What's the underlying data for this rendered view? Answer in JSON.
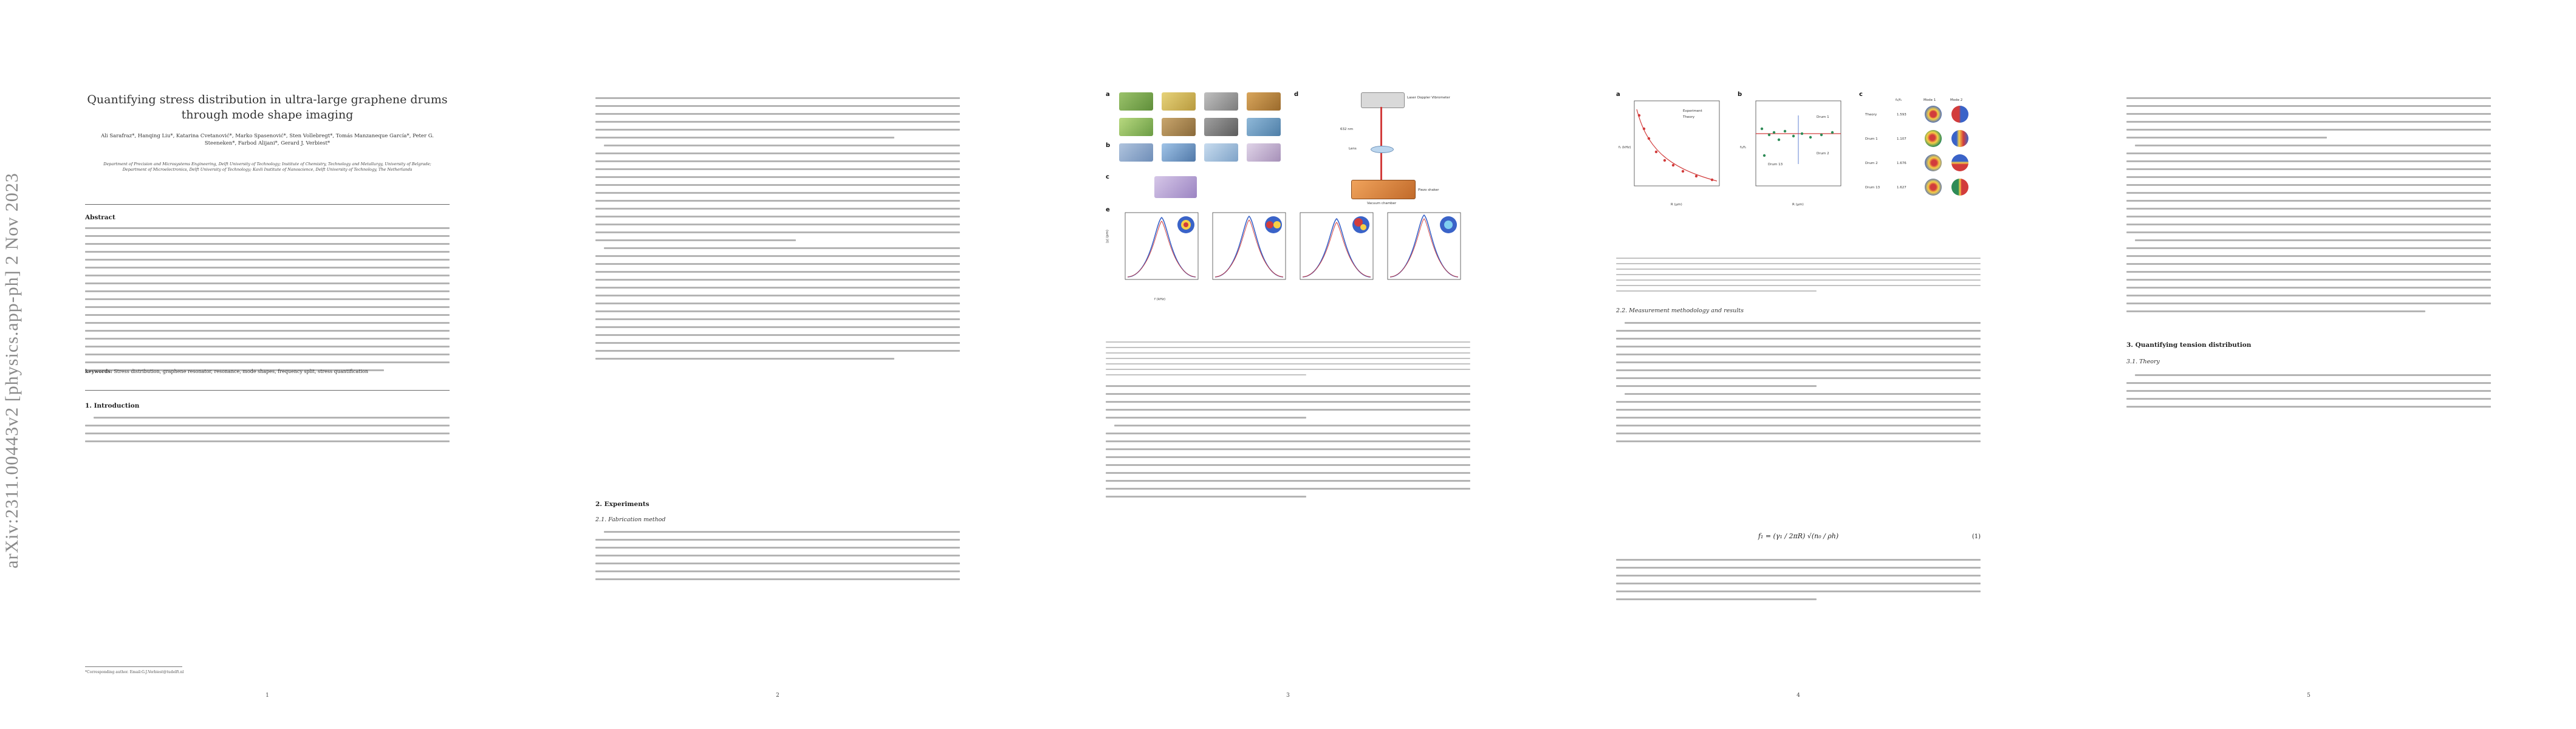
{
  "document": {
    "arxiv_stamp": "arXiv:2311.00443v2  [physics.app-ph]  2 Nov 2023"
  },
  "page1": {
    "title_line1": "Quantifying stress distribution in ultra-large graphene drums",
    "title_line2": "through mode shape imaging",
    "authors": "Ali Sarafraz*, Hanqing Liu*, Katarina Cvetanović*, Marko Spasenović*, Sten Vollebregt*, Tomás Manzaneque García*, Peter G. Steeneken*, Farbod Alijani*, Gerard J. Verbiest*",
    "affiliations": "Department of Precision and Microsystems Engineering, Delft University of Technology; Institute of Chemistry, Technology and Metallurgy, University of Belgrade; Department of Microelectronics, Delft University of Technology; Kavli Institute of Nanoscience, Delft University of Technology, The Netherlands",
    "abstract_heading": "Abstract",
    "keywords_label": "keywords:",
    "keywords": "Stress distribution, graphene resonator, resonance, mode shapes, frequency split, stress quantification",
    "intro_heading": "1.  Introduction",
    "footnote": "*Corresponding author. Email:G.J.Verbiest@tudelft.nl",
    "page_number": "1"
  },
  "page2": {
    "experiments_heading": "2.  Experiments",
    "fabrication_subheading": "2.1.  Fabrication method",
    "page_number": "2"
  },
  "page3": {
    "panel_labels": [
      "a",
      "b",
      "c",
      "d",
      "e"
    ],
    "panel_e_xlabel": "f (kHz)",
    "panel_e_ylabel": "|y| (pm)",
    "panel_d_labels": [
      "Laser Doppler Vibrometer",
      "632 nm",
      "Lens",
      "Piezo shaker",
      "Vacuum chamber"
    ],
    "page_number": "3"
  },
  "page4": {
    "panel_labels": [
      "a",
      "b",
      "c"
    ],
    "plot_a_xlabel": "R (μm)",
    "plot_a_ylabel": "f₁ (kHz)",
    "plot_a_legend": [
      "Experiment",
      "Theory"
    ],
    "plot_b_xlabel": "R (μm)",
    "plot_b_ylabel": "f₂/f₁",
    "plot_b_labels": [
      "Drum 1",
      "Drum 2",
      "Drum 13"
    ],
    "table_c_headers": [
      "f₂/f₁",
      "Mode 1",
      "Mode 2"
    ],
    "table_c_rows": [
      {
        "label": "Theory",
        "ratio": "1.593"
      },
      {
        "label": "Drum 1",
        "ratio": "1.107"
      },
      {
        "label": "Drum 2",
        "ratio": "1.676"
      },
      {
        "label": "Drum 13",
        "ratio": "1.627"
      }
    ],
    "section_heading": "2.2.  Measurement methodology and results",
    "equation": "f₁ = (γ₁ / 2πR) √(n₀ / ρh)",
    "equation_number": "(1)",
    "page_number": "4"
  },
  "page5": {
    "section_heading": "3.  Quantifying tension distribution",
    "theory_subheading": "3.1.  Theory",
    "page_number": "5"
  },
  "colors": {
    "text_grey": "#b4b4b4",
    "accent_red": "#d23c3c",
    "accent_blue": "#3a63c8"
  }
}
